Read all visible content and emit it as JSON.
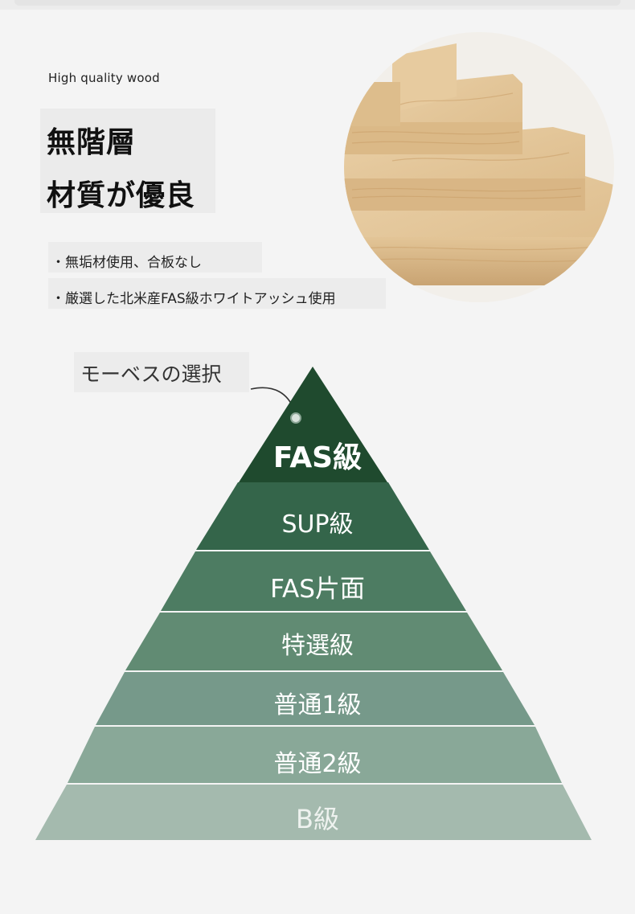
{
  "header": {
    "eyebrow": "High quality wood",
    "headline_line1": "無階層",
    "headline_line2": "材質が優良"
  },
  "bullets": [
    "・無垢材使用、合板なし",
    "・厳選した北米産FAS級ホワイトアッシュ使用"
  ],
  "pyramid": {
    "callout_label": "モーベスの選択",
    "tiers": [
      {
        "label": "FAS級",
        "color": "#1f4a2e"
      },
      {
        "label": "SUP級",
        "color": "#34654a"
      },
      {
        "label": "FAS片面",
        "color": "#4d7c62"
      },
      {
        "label": "特選級",
        "color": "#618b73"
      },
      {
        "label": "普通1級",
        "color": "#76998a"
      },
      {
        "label": "普通2級",
        "color": "#89a898"
      },
      {
        "label": "B級",
        "color": "#a4baae"
      }
    ]
  },
  "image": {
    "icon": "wood-boards-photo"
  }
}
